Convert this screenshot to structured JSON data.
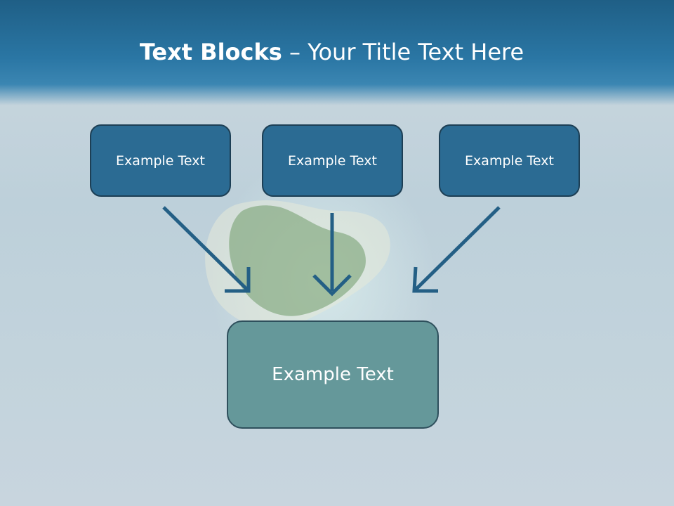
{
  "title": {
    "bold": "Text Blocks",
    "separator": " – ",
    "rest": "Your Title Text Here"
  },
  "blocks": {
    "top_left": "Example Text",
    "top_center": "Example Text",
    "top_right": "Example Text",
    "bottom": "Example Text"
  },
  "colors": {
    "header": "#2a76a4",
    "box": "#2b6b93",
    "box_border": "#1d3f55",
    "bottom_box": "#65989a",
    "arrow": "#245f85"
  }
}
